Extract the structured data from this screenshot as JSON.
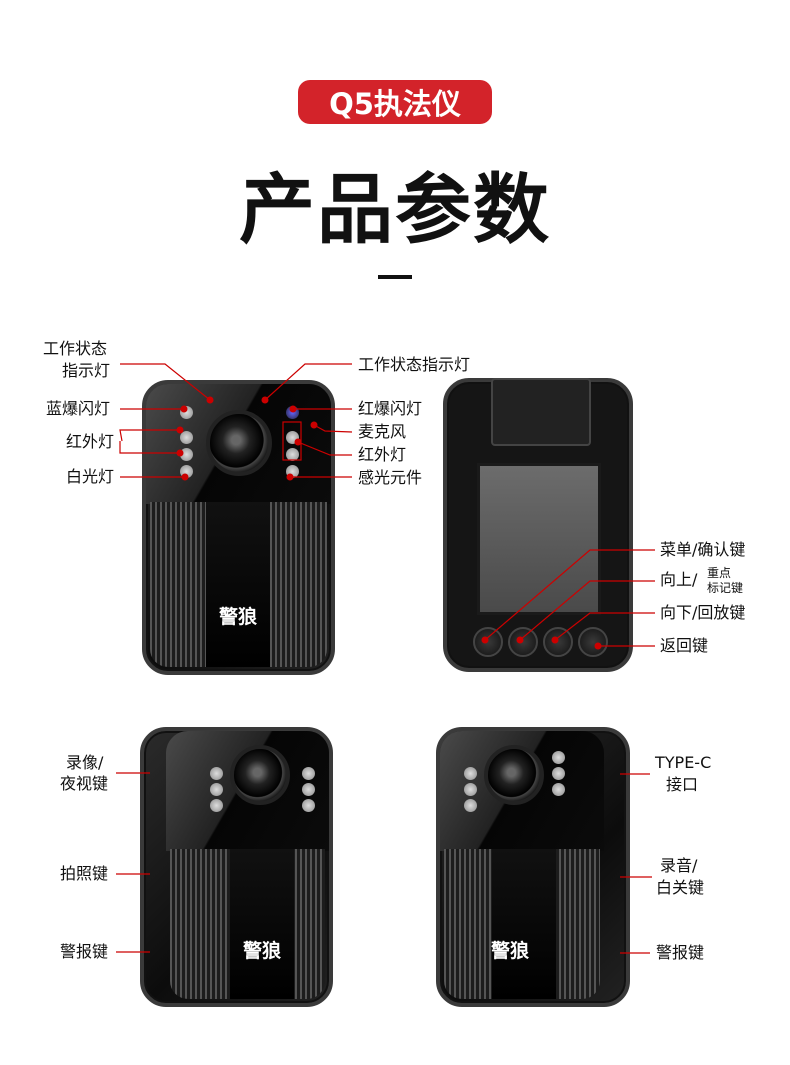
{
  "badge": "Q5执法仪",
  "title": "产品参数",
  "front_labels": {
    "status_led_left_1": "工作状态",
    "status_led_left_2": "指示灯",
    "blue_flash": "蓝爆闪灯",
    "ir_left": "红外灯",
    "white_light": "白光灯",
    "status_led_right": "工作状态指示灯",
    "red_flash": "红爆闪灯",
    "mic": "麦克风",
    "ir_right": "红外灯",
    "light_sensor": "感光元件"
  },
  "back_labels": {
    "menu": "菜单/确认键",
    "up": "向上/",
    "up_sub_1": "重点",
    "up_sub_2": "标记键",
    "down": "向下/回放键",
    "back": "返回键"
  },
  "left_side_labels": {
    "record_1": "录像/",
    "record_2": "夜视键",
    "photo": "拍照键",
    "alarm": "警报键"
  },
  "right_side_labels": {
    "typec_1": "TYPE-C",
    "typec_2": "接口",
    "audio_1": "录音/",
    "audio_2": "白关键",
    "alarm": "警报键"
  },
  "brand_logo": "警狼",
  "accent": "#d3232a"
}
